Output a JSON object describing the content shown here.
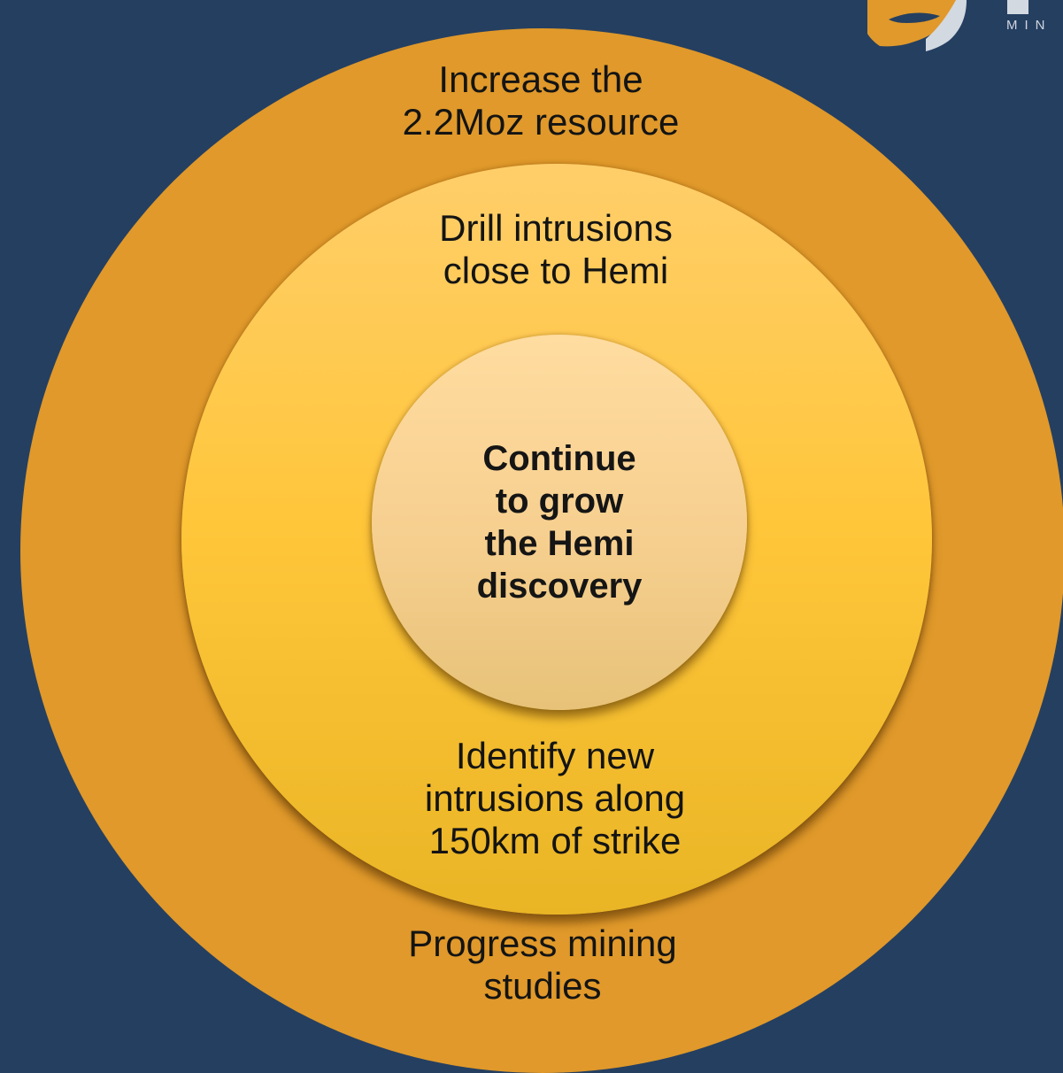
{
  "colors": {
    "background": "#253f61",
    "outer_ring": "#e0992a",
    "middle_ring": "#ffc63a",
    "inner_circle": "#f6cf8f",
    "text": "#141414"
  },
  "outer_ring": {
    "top_lines": [
      "Increase the",
      "2.2Moz resource"
    ],
    "bottom_lines": [
      "Progress mining",
      "studies"
    ]
  },
  "middle_ring": {
    "top_lines": [
      "Drill intrusions",
      "close to Hemi"
    ],
    "bottom_lines": [
      "Identify new",
      "intrusions along",
      "150km of strike"
    ]
  },
  "inner_circle": {
    "lines": [
      "Continue",
      "to grow",
      "the Hemi",
      "discovery"
    ]
  },
  "logo": {
    "icon": "company-logo-icon",
    "text": "MIN"
  }
}
